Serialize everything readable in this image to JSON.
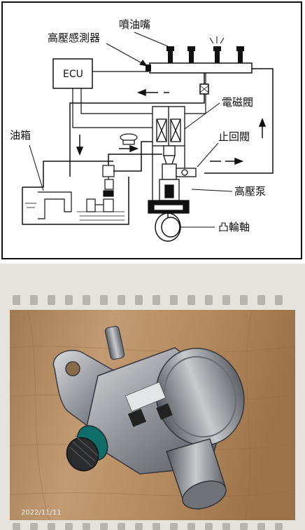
{
  "diagram": {
    "labels": {
      "injector": "噴油嘴",
      "pressure_sensor": "高壓感測器",
      "ecu": "ECU",
      "solenoid_valve": "電磁閥",
      "fuel_tank": "油箱",
      "check_valve": "止回閥",
      "high_pressure_pump": "高壓泵",
      "camshaft": "凸輪軸"
    }
  },
  "photo": {
    "date_stamp": "2022/11/11"
  }
}
